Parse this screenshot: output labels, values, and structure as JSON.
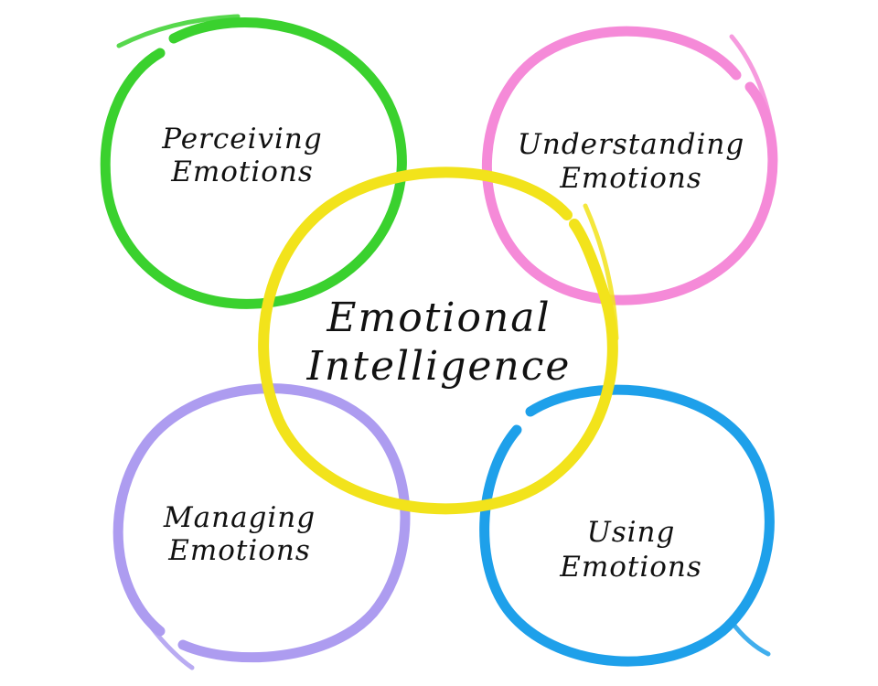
{
  "center": {
    "line1": "Emotional",
    "line2": "Intelligence",
    "color": "#f2e31b"
  },
  "nodes": [
    {
      "id": "perceiving",
      "line1": "Perceiving",
      "line2": "Emotions",
      "color": "#3ad12e"
    },
    {
      "id": "understanding",
      "line1": "Understanding",
      "line2": "Emotions",
      "color": "#f58ad8"
    },
    {
      "id": "managing",
      "line1": "Managing",
      "line2": "Emotions",
      "color": "#ad9cf0"
    },
    {
      "id": "using",
      "line1": "Using",
      "line2": "Emotions",
      "color": "#1ea0ea"
    }
  ]
}
